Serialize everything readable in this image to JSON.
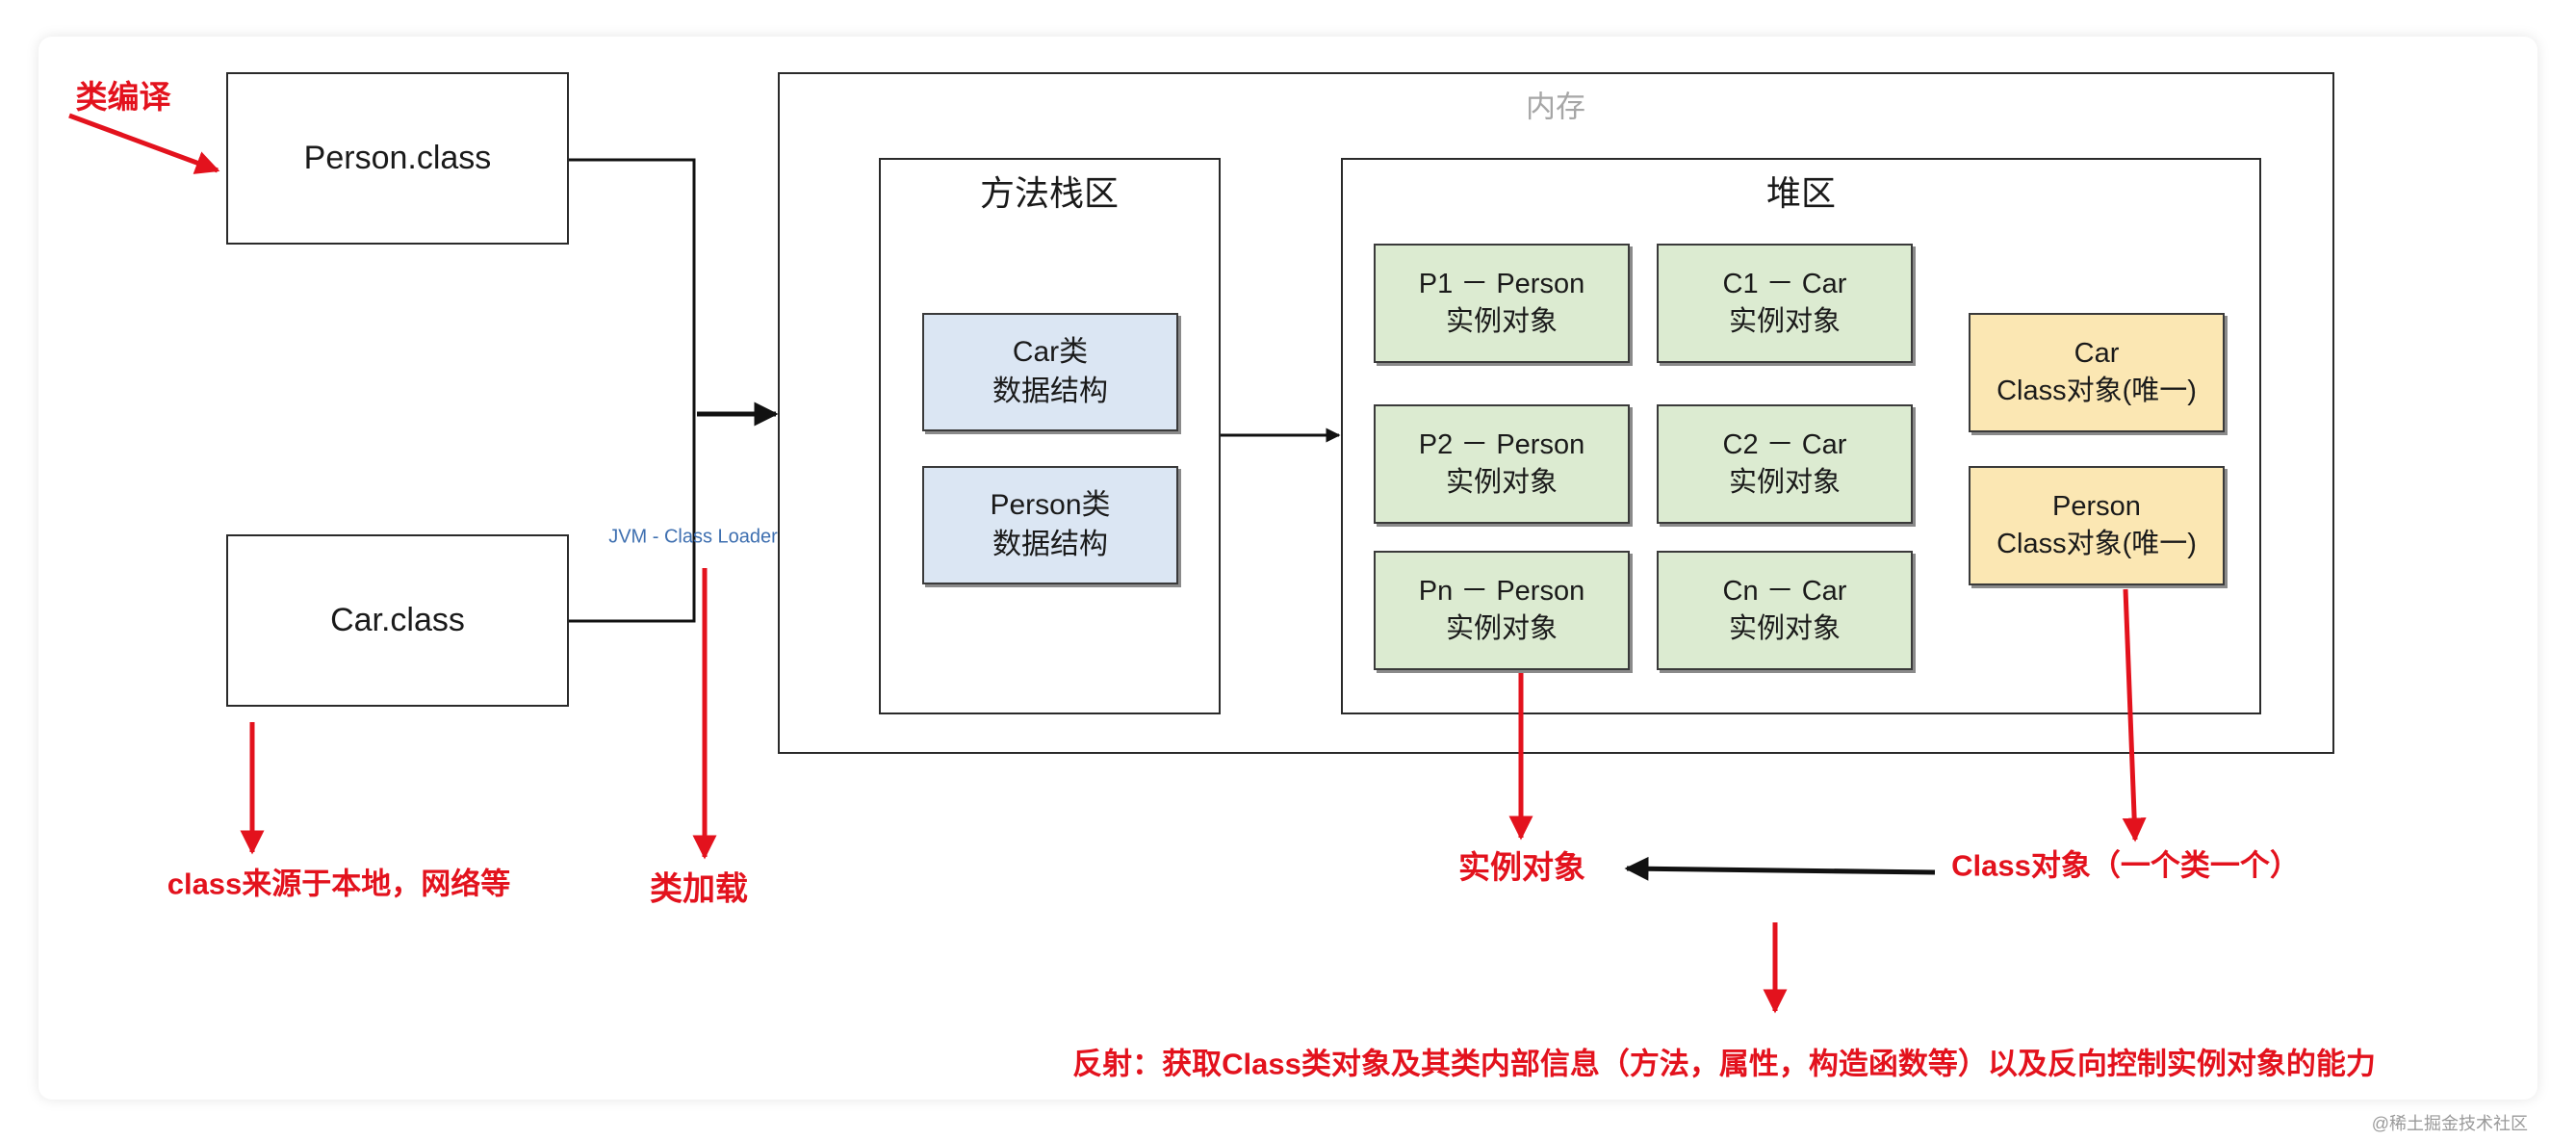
{
  "annotations": {
    "compile": "类编译",
    "source": "class来源于本地，网络等",
    "load": "类加载",
    "loader": "JVM - Class Loader",
    "instance_objects": "实例对象",
    "class_objects": "Class对象（一个类一个）",
    "reflection": "反射：获取Class类对象及其类内部信息（方法，属性，构造函数等）以及反向控制实例对象的能力"
  },
  "files": {
    "person": "Person.class",
    "car": "Car.class"
  },
  "memory": {
    "title": "内存",
    "method_area": {
      "title": "方法栈区",
      "car": [
        "Car类",
        "数据结构"
      ],
      "person": [
        "Person类",
        "数据结构"
      ]
    },
    "heap": {
      "title": "堆区",
      "p1": [
        "P1 － Person",
        "实例对象"
      ],
      "c1": [
        "C1 － Car",
        "实例对象"
      ],
      "p2": [
        "P2 － Person",
        "实例对象"
      ],
      "c2": [
        "C2 － Car",
        "实例对象"
      ],
      "pn": [
        "Pn － Person",
        "实例对象"
      ],
      "cn": [
        "Cn － Car",
        "实例对象"
      ],
      "car_class": [
        "Car",
        "Class对象(唯一)"
      ],
      "person_class": [
        "Person",
        "Class对象(唯一)"
      ]
    }
  },
  "watermark": "@稀土掘金技术社区",
  "colors": {
    "annotation_red": "#e3121d",
    "method_fill": "#dbe6f3",
    "instance_fill": "#dcebd1",
    "class_fill": "#fbe7b3",
    "loader_blue": "#3e6fb0"
  }
}
